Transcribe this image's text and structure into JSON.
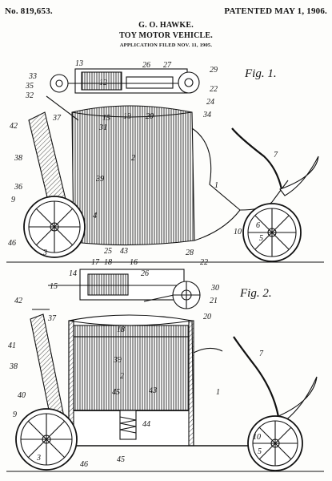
{
  "header": {
    "patent_number": "No. 819,653.",
    "patent_date": "PATENTED MAY 1, 1906.",
    "inventor": "G. O. HAWKE.",
    "title": "TOY MOTOR VEHICLE.",
    "filed": "APPLICATION FILED NOV. 11, 1905."
  },
  "figures": {
    "fig1": "Fig. 1.",
    "fig2": "Fig. 2."
  },
  "labels_fig1": [
    "13",
    "12",
    "26",
    "27",
    "29",
    "33",
    "35",
    "32",
    "22",
    "24",
    "34",
    "15",
    "19",
    "20",
    "31",
    "37",
    "42",
    "2",
    "38",
    "39",
    "7",
    "1",
    "36",
    "9",
    "4",
    "46",
    "3",
    "10",
    "6",
    "5"
  ],
  "labels_fig2": [
    "25",
    "43",
    "16",
    "17",
    "18",
    "28",
    "22",
    "14",
    "15",
    "26",
    "30",
    "42",
    "21",
    "20",
    "18",
    "37",
    "7",
    "41",
    "39",
    "2",
    "38",
    "45",
    "43",
    "1",
    "40",
    "44",
    "9",
    "10",
    "45",
    "5",
    "3",
    "46"
  ]
}
